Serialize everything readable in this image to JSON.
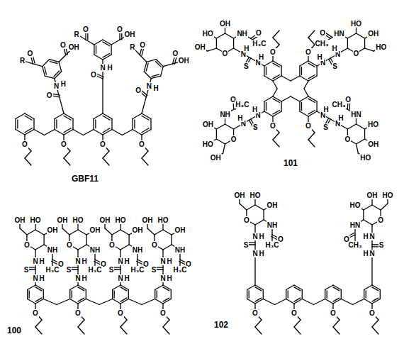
{
  "diagram": {
    "labels": [
      "O",
      "N",
      "H",
      "O",
      "R",
      "O",
      "OH",
      "O",
      "N",
      "H",
      "O",
      "R",
      "O",
      "OH",
      "O",
      "N",
      "H",
      "O",
      "R",
      "O",
      "OH",
      "O",
      "O",
      "O",
      "O",
      "GBF11",
      "N",
      "H",
      "S",
      "N",
      "H",
      "O",
      "OH",
      "HO",
      "OH",
      "NH",
      "O",
      "H₃C",
      "N",
      "H",
      "S",
      "N",
      "H",
      "O",
      "HO",
      "OH",
      "HO",
      "HN",
      "O",
      "CH₃",
      "N",
      "H",
      "S",
      "N",
      "H",
      "O",
      "OH",
      "HO",
      "OH",
      "NH",
      "O",
      "H₃C",
      "N",
      "H",
      "S",
      "N",
      "H",
      "O",
      "HO",
      "OH",
      "HO",
      "HN",
      "O",
      "CH₃",
      "O",
      "O",
      "O",
      "O",
      "101",
      "N",
      "H",
      "S",
      "N",
      "H",
      "O",
      "OH",
      "HO",
      "OH",
      "NH",
      "O",
      "H₃C",
      "N",
      "H",
      "S",
      "N",
      "H",
      "O",
      "OH",
      "HO",
      "OH",
      "NH",
      "O",
      "H₃C",
      "N",
      "H",
      "S",
      "N",
      "H",
      "O",
      "OH",
      "HO",
      "OH",
      "NH",
      "O",
      "H₃C",
      "N",
      "H",
      "S",
      "N",
      "H",
      "O",
      "OH",
      "HO",
      "OH",
      "NH",
      "O",
      "H₃C",
      "O",
      "O",
      "O",
      "O",
      "100",
      "N",
      "H",
      "S",
      "N",
      "H",
      "O",
      "OH",
      "HO",
      "OH",
      "NH",
      "O",
      "H₃C",
      "N",
      "H",
      "S",
      "N",
      "H",
      "O",
      "HO",
      "OH",
      "HO",
      "HN",
      "O",
      "CH₃",
      "O",
      "O",
      "O",
      "O",
      "102"
    ]
  }
}
